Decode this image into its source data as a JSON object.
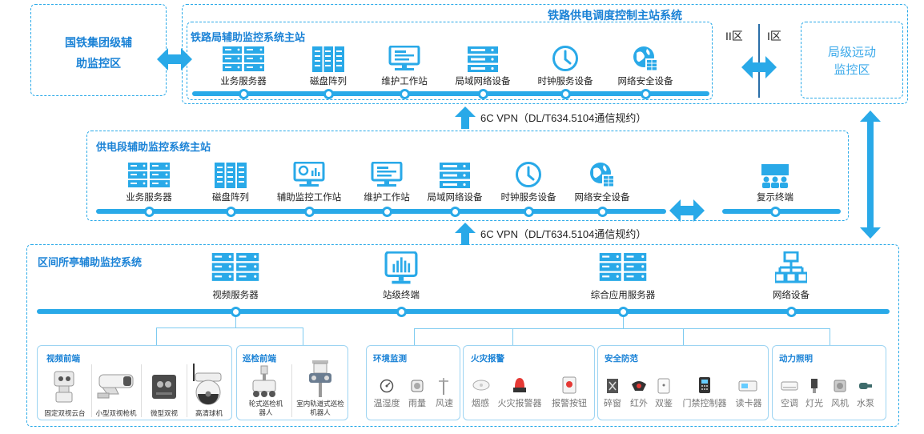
{
  "colors": {
    "primary": "#29a9e8",
    "title": "#1a82d6",
    "region_light": "#3ba9ea"
  },
  "national": {
    "line1": "国铁集团级辅",
    "line2": "助监控区"
  },
  "top_system": {
    "title": "铁路供电调度控制主站系统"
  },
  "bureau": {
    "title": "铁路局辅助监控系统主站",
    "devices": [
      {
        "label": "业务服务器",
        "icon": "server-rack-icon"
      },
      {
        "label": "磁盘阵列",
        "icon": "disk-array-icon"
      },
      {
        "label": "维护工作站",
        "icon": "monitor-workstation-icon"
      },
      {
        "label": "局域网络设备",
        "icon": "network-switch-icon"
      },
      {
        "label": "时钟服务设备",
        "icon": "clock-icon"
      },
      {
        "label": "网络安全设备",
        "icon": "network-security-icon"
      }
    ]
  },
  "zones": {
    "zone2": "II区",
    "zone1": "I区"
  },
  "remote": {
    "line1": "局级远动",
    "line2": "监控区"
  },
  "vpn1": "6C VPN（DL/T634.5104通信规约）",
  "vpn2": "6C VPN（DL/T634.5104通信规约）",
  "section": {
    "title": "供电段辅助监控系统主站",
    "devices": [
      {
        "label": "业务服务器",
        "icon": "server-rack-icon"
      },
      {
        "label": "磁盘阵列",
        "icon": "disk-array-icon"
      },
      {
        "label": "辅助监控工作站",
        "icon": "chart-workstation-icon"
      },
      {
        "label": "维护工作站",
        "icon": "monitor-workstation-icon"
      },
      {
        "label": "局域网络设备",
        "icon": "network-switch-icon"
      },
      {
        "label": "时钟服务设备",
        "icon": "clock-icon"
      },
      {
        "label": "网络安全设备",
        "icon": "network-security-icon"
      }
    ],
    "display": {
      "label": "复示终端",
      "icon": "display-terminal-icon"
    }
  },
  "substation": {
    "title": "区间所亭辅助监控系统",
    "devices": [
      {
        "label": "视频服务器",
        "icon": "server-rack-icon"
      },
      {
        "label": "站级终端",
        "icon": "station-terminal-icon"
      },
      {
        "label": "综合应用服务器",
        "icon": "server-rack-icon"
      },
      {
        "label": "网络设备",
        "icon": "network-topology-icon"
      }
    ],
    "video": {
      "title": "视频前端",
      "items": [
        "固定双视云台",
        "小型双视枪机",
        "微型双视",
        "高清球机"
      ]
    },
    "patrol": {
      "title": "巡检前端",
      "items": [
        "轮式巡检机器人",
        "室内轨道式巡检机器人"
      ]
    },
    "env": {
      "title": "环境监测",
      "items": [
        "温湿度",
        "雨量",
        "风速"
      ]
    },
    "fire": {
      "title": "火灾报警",
      "items": [
        "烟感",
        "火灾报警器",
        "报警按钮"
      ]
    },
    "security": {
      "title": "安全防范",
      "items": [
        "碎窗",
        "红外",
        "双鉴",
        "门禁控制器",
        "读卡器"
      ]
    },
    "power": {
      "title": "动力照明",
      "items": [
        "空调",
        "灯光",
        "风机",
        "水泵"
      ]
    }
  }
}
